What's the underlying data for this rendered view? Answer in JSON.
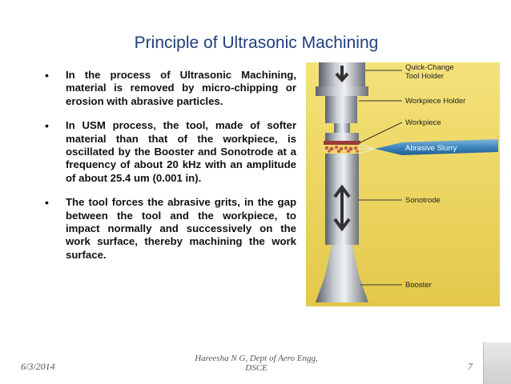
{
  "slide": {
    "title": "Principle of Ultrasonic Machining",
    "bullet_marker": "•",
    "bullets": [
      "In the process of Ultrasonic Machining, material is removed by micro-chipping or erosion with abrasive particles.",
      "In USM process, the tool, made of softer material than that of the workpiece, is oscillated by the Booster and Sonotrode at a frequency of about 20 kHz with an amplitude of about 25.4 um (0.001 in).",
      "The tool forces the abrasive grits, in the gap between the tool and the workpiece, to impact normally and successively on the work surface, thereby machining the work surface."
    ]
  },
  "diagram": {
    "labels": {
      "quick_change_1": "Quick-Change",
      "quick_change_2": "Tool Holder",
      "workpiece_holder": "Workpiece Holder",
      "workpiece": "Workpiece",
      "abrasive_slurry": "Abrasive Slurry",
      "sonotrode": "Sonotrode",
      "booster": "Booster"
    }
  },
  "footer": {
    "date": "6/3/2014",
    "author_line1": "Hareesha N G, Dept of Aero Engg,",
    "author_line2": "DSCE",
    "page_number": "7"
  }
}
